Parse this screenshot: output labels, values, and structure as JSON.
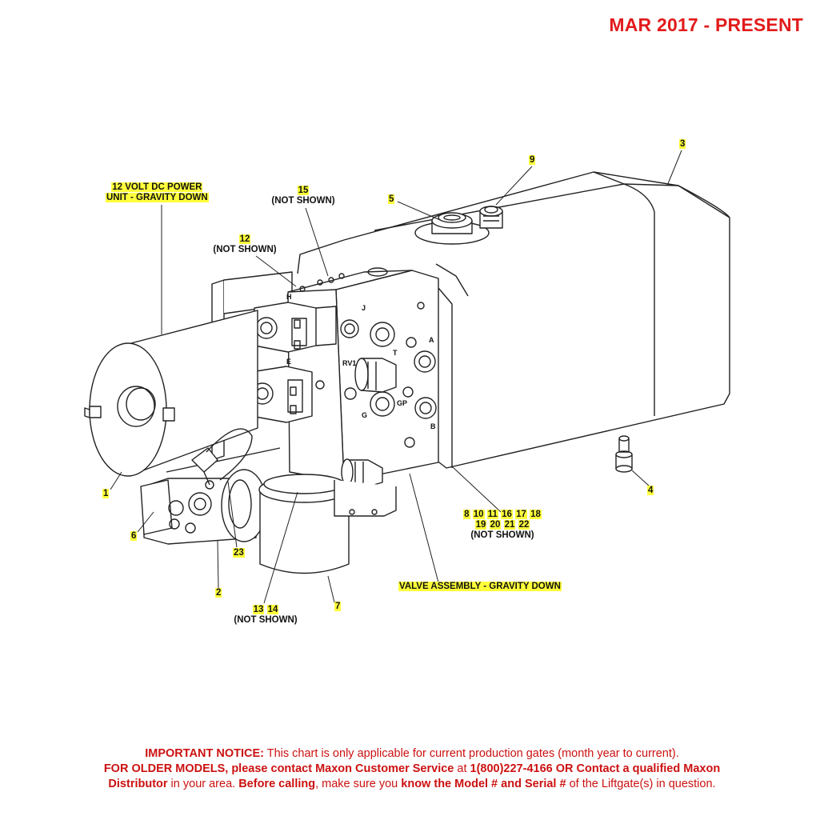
{
  "header": {
    "date_range": "MAR 2017 - PRESENT"
  },
  "callouts": {
    "c1": "1",
    "c2": "2",
    "c3": "3",
    "c4": "4",
    "c5": "5",
    "c6": "6",
    "c7": "7",
    "c9": "9",
    "c12": "12",
    "c15": "15",
    "c23": "23",
    "c8": "8",
    "c10": "10",
    "c11": "11",
    "c16": "16",
    "c17": "17",
    "c18": "18",
    "c19": "19",
    "c20": "20",
    "c21": "21",
    "c22": "22",
    "c13": "13",
    "c14": "14",
    "not_shown": "(NOT SHOWN)",
    "power_unit_line1": "12 VOLT DC POWER",
    "power_unit_line2": "UNIT - GRAVITY DOWN",
    "valve_assembly": "VALVE ASSEMBLY - GRAVITY DOWN"
  },
  "port_labels": {
    "h": "H",
    "e": "E",
    "j": "J",
    "a": "A",
    "t": "T",
    "rv1": "RV1",
    "gp": "GP",
    "g": "G",
    "b": "B"
  },
  "notice": {
    "p1_bold": "IMPORTANT NOTICE:",
    "p1_text": " This chart is only applicable for current production gates (month year to current).",
    "p2_bold": "FOR OLDER MODELS, please contact Maxon Customer Service",
    "p2_mid": " at ",
    "p2_phone": "1(800)227-4166 OR Contact a qualified Maxon",
    "p3_bold1": "Distributor",
    "p3_text1": " in your area. ",
    "p3_bold2": "Before calling",
    "p3_text2": ", make sure you ",
    "p3_bold3": "know the Model # and Serial #",
    "p3_text3": " of the Liftgate(s) in question."
  },
  "colors": {
    "accent_red": "#e21b1b",
    "highlight": "#ffff3b",
    "line": "#222222"
  }
}
